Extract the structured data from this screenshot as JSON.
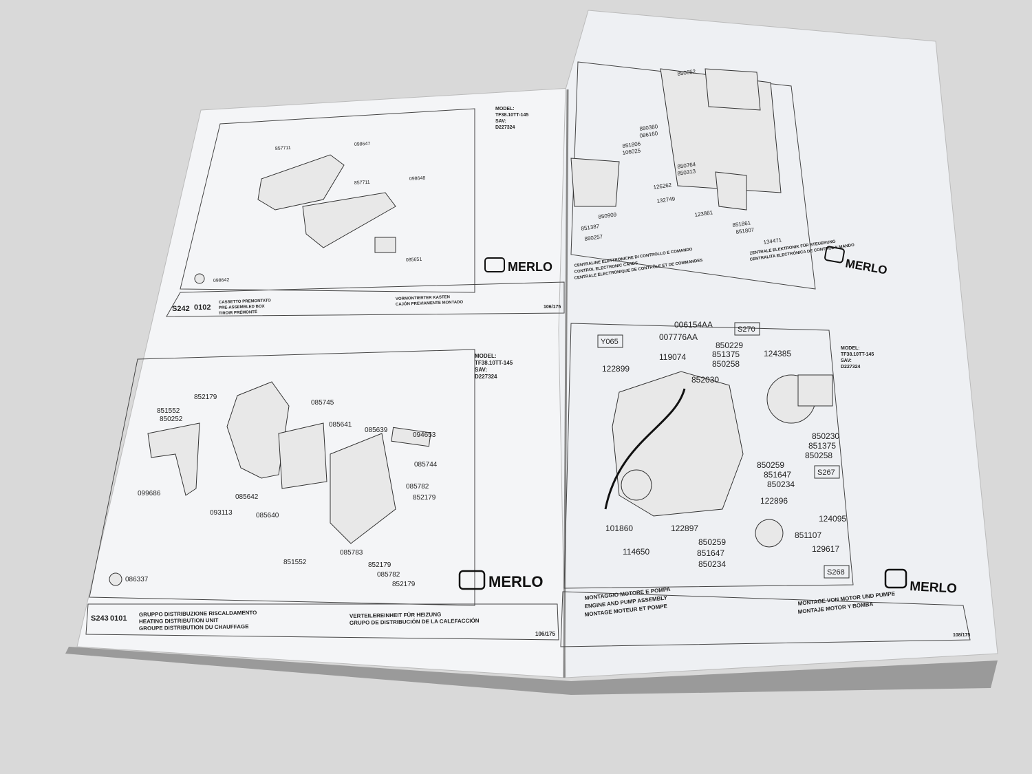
{
  "brand": "MERLO",
  "left_page": {
    "top_panel": {
      "model_label": "MODEL:",
      "model": "TF38.10TT-145",
      "sav_label": "SAV:",
      "sav": "D227324",
      "section": "S242",
      "revision": "0102",
      "captions": [
        "CASSETTO PREMONTATO",
        "PRE-ASSEMBLED BOX",
        "TIROIR PRÉMONTÉ",
        "VORMONTIERTER KASTEN",
        "CAJÓN PREVIAMENTE MONTADO"
      ],
      "page": "106/175",
      "parts": [
        "857711",
        "098647",
        "857711",
        "098648",
        "085651",
        "098642"
      ]
    },
    "bottom_panel": {
      "model_label": "MODEL:",
      "model": "TF38.10TT-145",
      "sav_label": "SAV:",
      "sav": "D227324",
      "section": "S243",
      "revision": "0101",
      "captions": [
        "GRUPPO DISTRIBUZIONE RISCALDAMENTO",
        "HEATING DISTRIBUTION UNIT",
        "GROUPE DISTRIBUTION DU CHAUFFAGE",
        "VERTEILEREINHEIT FÜR HEIZUNG",
        "GRUPO DE DISTRIBUCIÓN DE LA CALEFACCIÓN"
      ],
      "page": "106/175",
      "parts": [
        "852179",
        "851552",
        "850252",
        "085745",
        "085641",
        "085639",
        "094653",
        "085744",
        "099686",
        "085642",
        "093113",
        "085640",
        "085782",
        "852179",
        "085783",
        "852179",
        "851552",
        "085782",
        "852179",
        "086337"
      ]
    }
  },
  "right_page": {
    "top_panel": {
      "captions": [
        "CENTRALINE ELETTRONICHE DI CONTROLLO E COMANDO",
        "CONTROL ELECTRONIC CARDS",
        "CENTRALE ÉLECTRONIQUE DE CONTRÔLE ET DE COMMANDES",
        "ZENTRALE ELEKTRONIK FÜR STEUERUNG",
        "CENTRALITA ELECTRÓNICA DE CONTROL Y MANDO"
      ],
      "parts": [
        "850652",
        "850380",
        "086160",
        "851806",
        "106025",
        "850764",
        "850313",
        "126262",
        "132749",
        "123881",
        "851387",
        "850257",
        "850909",
        "851861",
        "851807",
        "134471"
      ]
    },
    "bottom_panel": {
      "model_label": "MODEL:",
      "model": "TF38.10TT-145",
      "sav_label": "SAV:",
      "sav": "D227324",
      "captions": [
        "MONTAGGIO MOTORE E POMPA",
        "ENGINE AND PUMP ASSEMBLY",
        "MONTAGE MOTEUR ET POMPE",
        "MONTAGE VON MOTOR UND PUMPE",
        "MONTAJE MOTOR Y BOMBA"
      ],
      "page": "108/175",
      "tags": [
        "Y065",
        "S270",
        "S267",
        "S268"
      ],
      "parts": [
        "006154AA",
        "007776AA",
        "119074",
        "850229",
        "851375",
        "850258",
        "124385",
        "122899",
        "852030",
        "850230",
        "851375",
        "850258",
        "850259",
        "851647",
        "850234",
        "122896",
        "101860",
        "122897",
        "124095",
        "851107",
        "129617",
        "114650",
        "850259",
        "851647",
        "850234"
      ]
    }
  }
}
